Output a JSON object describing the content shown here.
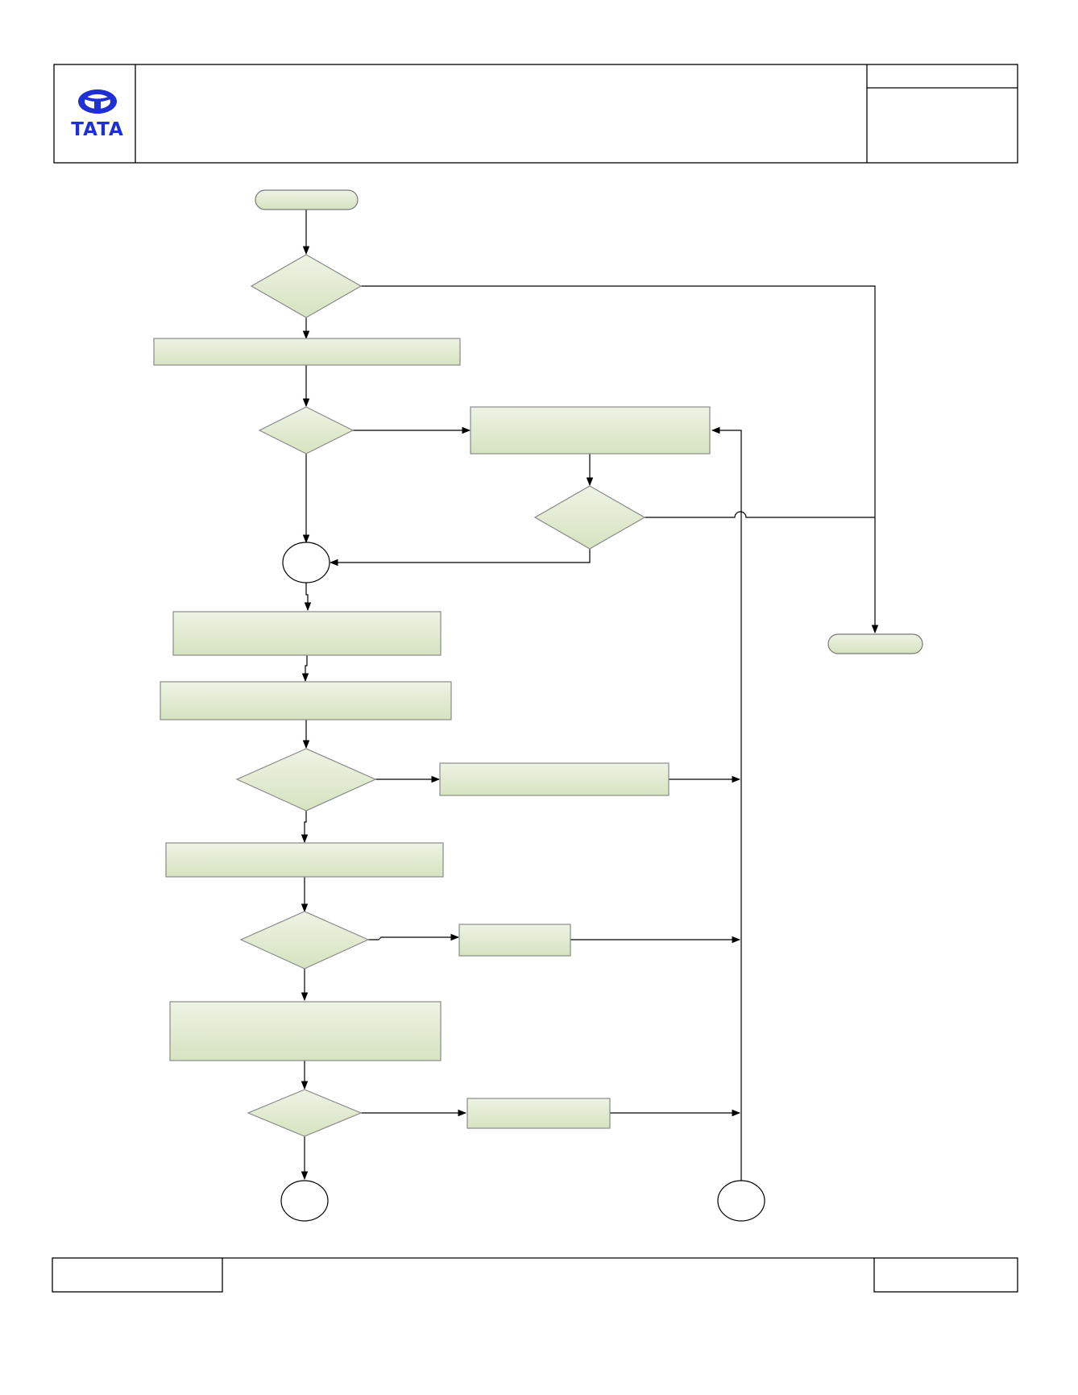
{
  "header": {
    "logo_wordmark": "TATA",
    "brand_color": "#1f2fd6"
  },
  "colors": {
    "shape_fill_top": "#eef3e4",
    "shape_fill_bottom": "#d6e3c0",
    "shape_border": "#8a8a8a",
    "line": "#000000"
  },
  "diagram": {
    "type": "flowchart",
    "nodes": [
      {
        "id": "start",
        "shape": "terminator",
        "label": ""
      },
      {
        "id": "d1",
        "shape": "decision",
        "label": ""
      },
      {
        "id": "p1",
        "shape": "process",
        "label": ""
      },
      {
        "id": "d2",
        "shape": "decision",
        "label": ""
      },
      {
        "id": "p2",
        "shape": "process",
        "label": ""
      },
      {
        "id": "d3",
        "shape": "decision",
        "label": ""
      },
      {
        "id": "c1",
        "shape": "connector",
        "label": ""
      },
      {
        "id": "p3",
        "shape": "process",
        "label": ""
      },
      {
        "id": "p4",
        "shape": "process",
        "label": ""
      },
      {
        "id": "d4",
        "shape": "decision",
        "label": ""
      },
      {
        "id": "p5",
        "shape": "process",
        "label": ""
      },
      {
        "id": "p6",
        "shape": "process",
        "label": ""
      },
      {
        "id": "d5",
        "shape": "decision",
        "label": ""
      },
      {
        "id": "p7",
        "shape": "process",
        "label": ""
      },
      {
        "id": "p8",
        "shape": "process",
        "label": ""
      },
      {
        "id": "d6",
        "shape": "decision",
        "label": ""
      },
      {
        "id": "p9",
        "shape": "process",
        "label": ""
      },
      {
        "id": "c2",
        "shape": "connector",
        "label": ""
      },
      {
        "id": "c3",
        "shape": "connector",
        "label": ""
      },
      {
        "id": "end",
        "shape": "terminator",
        "label": ""
      }
    ],
    "edges": [
      {
        "from": "start",
        "to": "d1"
      },
      {
        "from": "d1",
        "to": "p1"
      },
      {
        "from": "d1",
        "to": "end"
      },
      {
        "from": "p1",
        "to": "d2"
      },
      {
        "from": "d2",
        "to": "p2"
      },
      {
        "from": "d2",
        "to": "c1"
      },
      {
        "from": "p2",
        "to": "d3"
      },
      {
        "from": "d3",
        "to": "c1"
      },
      {
        "from": "d3",
        "to": "end"
      },
      {
        "from": "c1",
        "to": "p3"
      },
      {
        "from": "p3",
        "to": "p4"
      },
      {
        "from": "p4",
        "to": "d4"
      },
      {
        "from": "d4",
        "to": "p5"
      },
      {
        "from": "d4",
        "to": "p6"
      },
      {
        "from": "p5",
        "to": "p2"
      },
      {
        "from": "p6",
        "to": "d5"
      },
      {
        "from": "d5",
        "to": "p7"
      },
      {
        "from": "d5",
        "to": "p8"
      },
      {
        "from": "p7",
        "to": "p2"
      },
      {
        "from": "p8",
        "to": "d6"
      },
      {
        "from": "d6",
        "to": "p9"
      },
      {
        "from": "d6",
        "to": "c2"
      },
      {
        "from": "p9",
        "to": "p2"
      },
      {
        "from": "c3",
        "to": "p2"
      }
    ]
  }
}
